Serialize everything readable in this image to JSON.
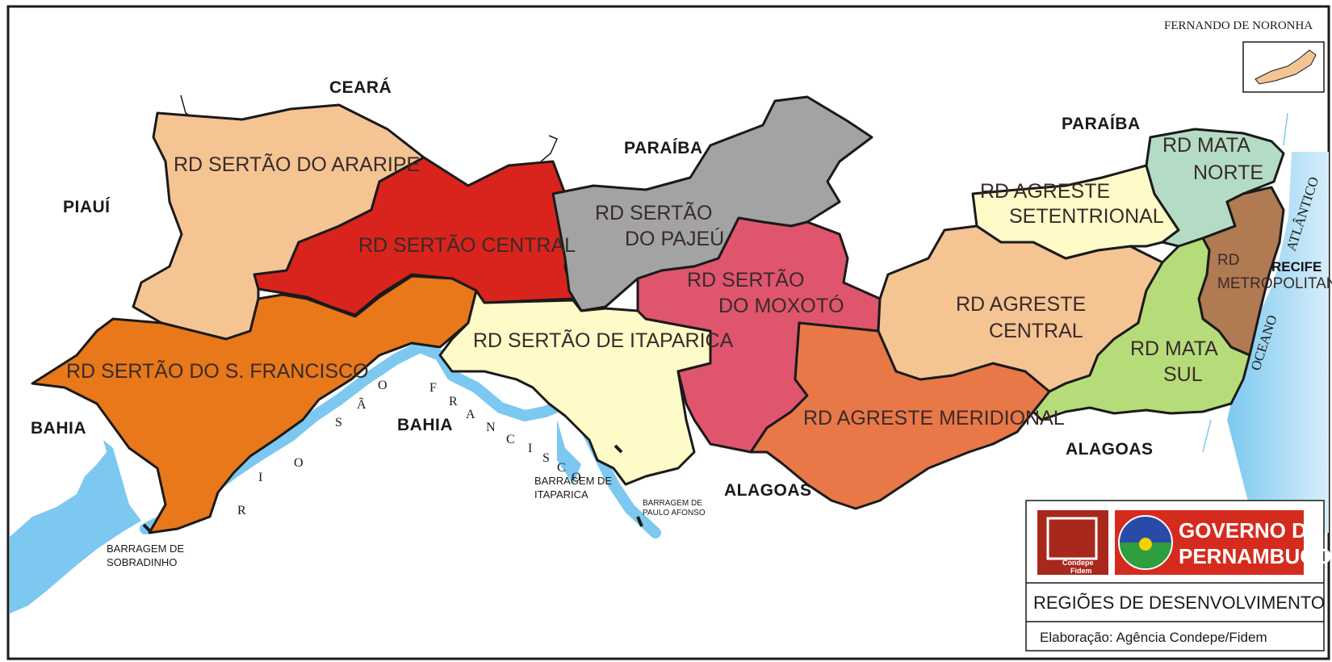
{
  "regions": [
    {
      "name": "RD SERTÃO DO ARARIPE",
      "color": "#F4C493"
    },
    {
      "name": "RD SERTÃO CENTRAL",
      "color": "#D8241C"
    },
    {
      "name_lines": [
        "RD SERTÃO",
        "DO PAJEÚ"
      ],
      "color": "#A3A3A3"
    },
    {
      "name": "RD SERTÃO DO S. FRANCISCO",
      "color": "#E87819"
    },
    {
      "name": "RD SERTÃO DE ITAPARICA",
      "color": "#FFFBC8"
    },
    {
      "name_lines": [
        "RD SERTÃO",
        "DO MOXOTÓ"
      ],
      "color": "#E0556E"
    },
    {
      "name": "RD AGRESTE MERIDIONAL",
      "color": "#E87848"
    },
    {
      "name_lines": [
        "RD AGRESTE",
        "CENTRAL"
      ],
      "color": "#F4C493"
    },
    {
      "name_lines": [
        "RD AGRESTE",
        "SETENTRIONAL"
      ],
      "color": "#FFFBC8"
    },
    {
      "name_lines": [
        "RD MATA",
        "NORTE"
      ],
      "color": "#B4DCC4"
    },
    {
      "name_lines": [
        "RD",
        "METROPOLITANA"
      ],
      "color": "#B07A52"
    },
    {
      "name_lines": [
        "RD MATA",
        "SUL"
      ],
      "color": "#B6DC7A"
    }
  ],
  "neighbors": {
    "ceara": "CEARÁ",
    "piaui": "PIAUÍ",
    "paraiba_west": "PARAÍBA",
    "paraiba_east": "PARAÍBA",
    "bahia_west": "BAHIA",
    "bahia_center": "BAHIA",
    "alagoas_center": "ALAGOAS",
    "alagoas_east": "ALAGOAS"
  },
  "river_letters": [
    "R",
    "I",
    "O",
    "S",
    "Ã",
    "O",
    "F",
    "R",
    "A",
    "N",
    "C",
    "I",
    "S",
    "C",
    "O"
  ],
  "dams": {
    "sobradinho": [
      "BARRAGEM DE",
      "SOBRADINHO"
    ],
    "itaparica": [
      "BARRAGEM DE",
      "ITAPARICA"
    ],
    "paulo_afonso": [
      "BARRAGEM DE",
      "PAULO AFONSO"
    ]
  },
  "ocean": "OCEANO ATLÂNTICO",
  "ocean_words": [
    "OCEANO",
    "ATLÂNTICO"
  ],
  "recife": "RECIFE",
  "inset": {
    "title": "FERNANDO DE NORONHA"
  },
  "legend": {
    "logo_left_lines": [
      "Condepe",
      "Fidem"
    ],
    "logo_right_lines": [
      "GOVERNO DE",
      "PERNAMBUCO"
    ],
    "title": "REGIÕES DE DESENVOLVIMENTO",
    "credit": "Elaboração: Agência Condepe/Fidem"
  },
  "colors": {
    "water": "#7CC8F0",
    "ocean_gradient_end": "#D6EEFB",
    "legend_red": "#D52B1E",
    "legend_dark_red": "#A8281E",
    "border": "#1a1a1a"
  }
}
